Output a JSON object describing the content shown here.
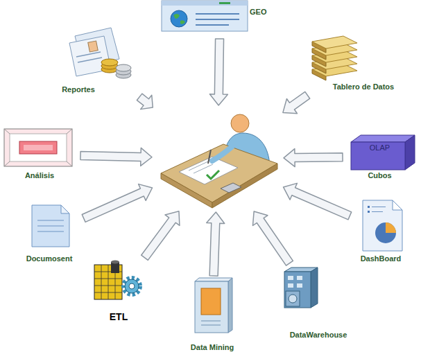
{
  "diagram": {
    "nodes": [
      {
        "text": [
          "GEO"
        ]
      },
      {
        "text": [
          "Reportes"
        ]
      },
      {
        "text": [
          "Tablero de Datos"
        ]
      },
      {
        "text": [
          "Análisis"
        ]
      },
      {
        "text": []
      },
      {
        "text": [
          "OLAP",
          "Cubos"
        ]
      },
      {
        "text": [
          "Documosent"
        ]
      },
      {
        "text": [
          "DashBoard"
        ]
      },
      {
        "text": [
          "ETL"
        ]
      },
      {
        "text": [
          "DataWarehouse"
        ]
      },
      {
        "text": [
          "Data Mining"
        ]
      }
    ],
    "edges": [
      {
        "from": 0,
        "to": 4,
        "arrow": "to"
      },
      {
        "from": 1,
        "to": 4,
        "arrow": "to"
      },
      {
        "from": 2,
        "to": 4,
        "arrow": "to"
      },
      {
        "from": 3,
        "to": 4,
        "arrow": "to"
      },
      {
        "from": 5,
        "to": 4,
        "arrow": "to"
      },
      {
        "from": 6,
        "to": 4,
        "arrow": "to"
      },
      {
        "from": 7,
        "to": 4,
        "arrow": "to"
      },
      {
        "from": 8,
        "to": 4,
        "arrow": "to"
      },
      {
        "from": 9,
        "to": 4,
        "arrow": "to"
      },
      {
        "from": 10,
        "to": 4,
        "arrow": "to"
      }
    ]
  }
}
